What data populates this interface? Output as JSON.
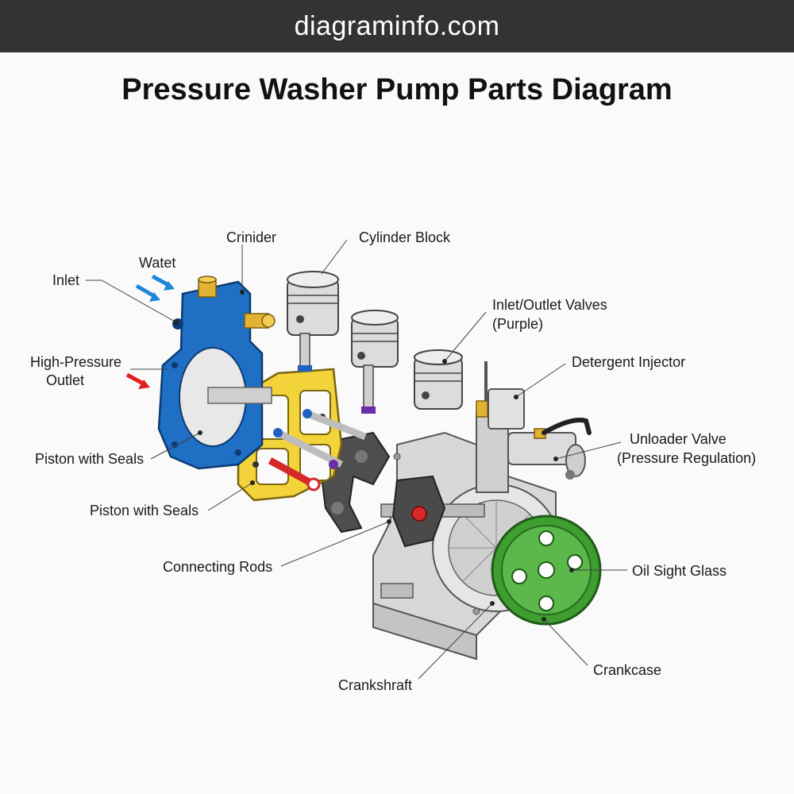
{
  "header": {
    "site": "diagraminfo.com"
  },
  "title": "Pressure Washer Pump Parts Diagram",
  "labels": {
    "crinider": "Crinider",
    "cylinder_block": "Cylinder Block",
    "watet": "Watet",
    "inlet": "Inlet",
    "high_pressure_outlet_1": "High-Pressure",
    "high_pressure_outlet_2": "Outlet",
    "inlet_outlet_valves_1": "Inlet/Outlet Valves",
    "inlet_outlet_valves_2": "(Purple)",
    "detergent_injector": "Detergent Injector",
    "unloader_valve_1": "Unloader Valve",
    "unloader_valve_2": "(Pressure Regulation)",
    "piston_with_seals_a": "Piston with Seals",
    "piston_with_seals_b": "Piston with Seals",
    "connecting_rods": "Connecting Rods",
    "oil_sight_glass": "Oil Sight Glass",
    "crankshraft": "Crankshraft",
    "crankcase": "Crankcase"
  },
  "colors": {
    "manifold": "#1f6fc5",
    "cylinder_block": "#f2d43a",
    "pulley": "#4caf3a",
    "valve": "#6a2ca8",
    "seal": "#d62828",
    "crank": "#4a4a4a",
    "arrow_water": "#1e88d6",
    "arrow_pressure": "#e02020"
  }
}
